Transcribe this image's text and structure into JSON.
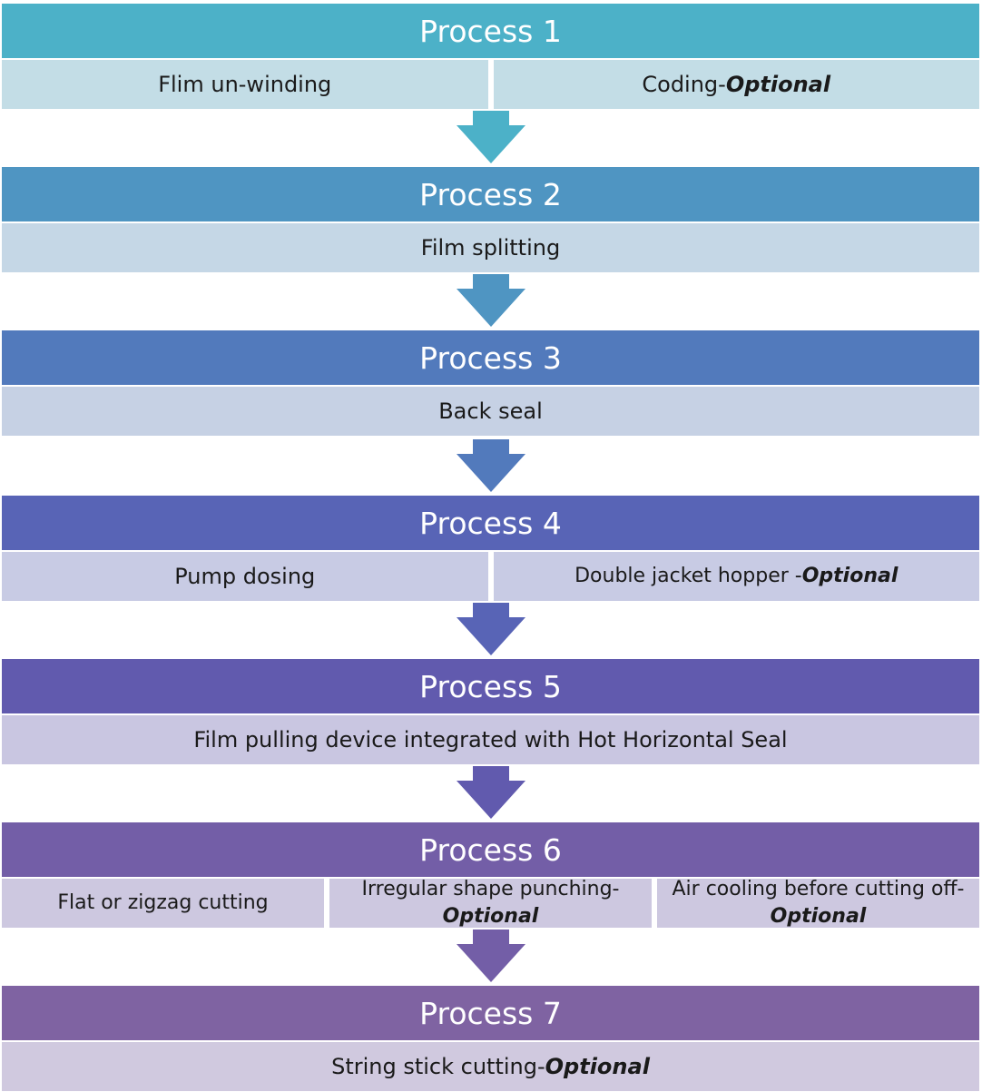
{
  "colors": {
    "p1_header": "#4cb1c8",
    "p1_row": "#c3dde6",
    "p2_header": "#4f95c2",
    "p2_row": "#c5d7e6",
    "p3_header": "#527abc",
    "p3_row": "#c6d1e4",
    "p4_header": "#5864b6",
    "p4_row": "#c8cbe4",
    "p5_header": "#615aae",
    "p5_row": "#c9c6e1",
    "p6_header": "#735ea7",
    "p6_row": "#cdc8e0",
    "p7_header": "#7f63a2",
    "p7_row": "#d0c9df"
  },
  "processes": [
    {
      "title": "Process 1",
      "steps": [
        {
          "text": "Flim un-winding"
        },
        {
          "text": "Coding-",
          "optional": "Optional"
        }
      ]
    },
    {
      "title": "Process 2",
      "steps": [
        {
          "text": "Film splitting"
        }
      ]
    },
    {
      "title": "Process 3",
      "steps": [
        {
          "text": "Back seal"
        }
      ]
    },
    {
      "title": "Process 4",
      "steps": [
        {
          "text": "Pump dosing"
        },
        {
          "text": "Double jacket hopper -",
          "optional": "Optional"
        }
      ]
    },
    {
      "title": "Process 5",
      "steps": [
        {
          "text": "Film pulling device integrated with Hot Horizontal Seal"
        }
      ]
    },
    {
      "title": "Process 6",
      "steps": [
        {
          "text": "Flat or zigzag cutting"
        },
        {
          "text": "Irregular shape punching-",
          "optional": "Optional"
        },
        {
          "text": "Air cooling before cutting off-",
          "optional": "Optional"
        }
      ]
    },
    {
      "title": "Process 7",
      "steps": [
        {
          "text": "String stick cutting-",
          "optional": "Optional"
        }
      ]
    }
  ]
}
